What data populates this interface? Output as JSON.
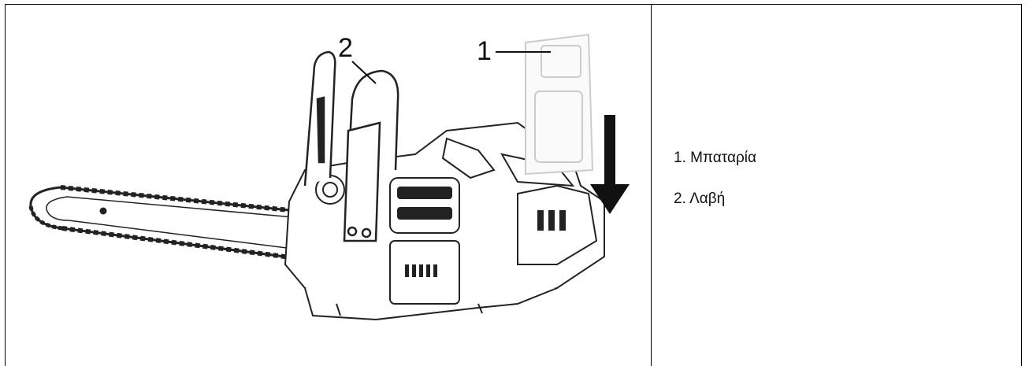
{
  "figure": {
    "callouts": [
      {
        "number": "1",
        "target": "battery"
      },
      {
        "number": "2",
        "target": "handle"
      }
    ],
    "arrow_direction": "down"
  },
  "legend": {
    "items": [
      {
        "label": "1.  Μπαταρία"
      },
      {
        "label": "2.  Λαβή"
      }
    ]
  }
}
